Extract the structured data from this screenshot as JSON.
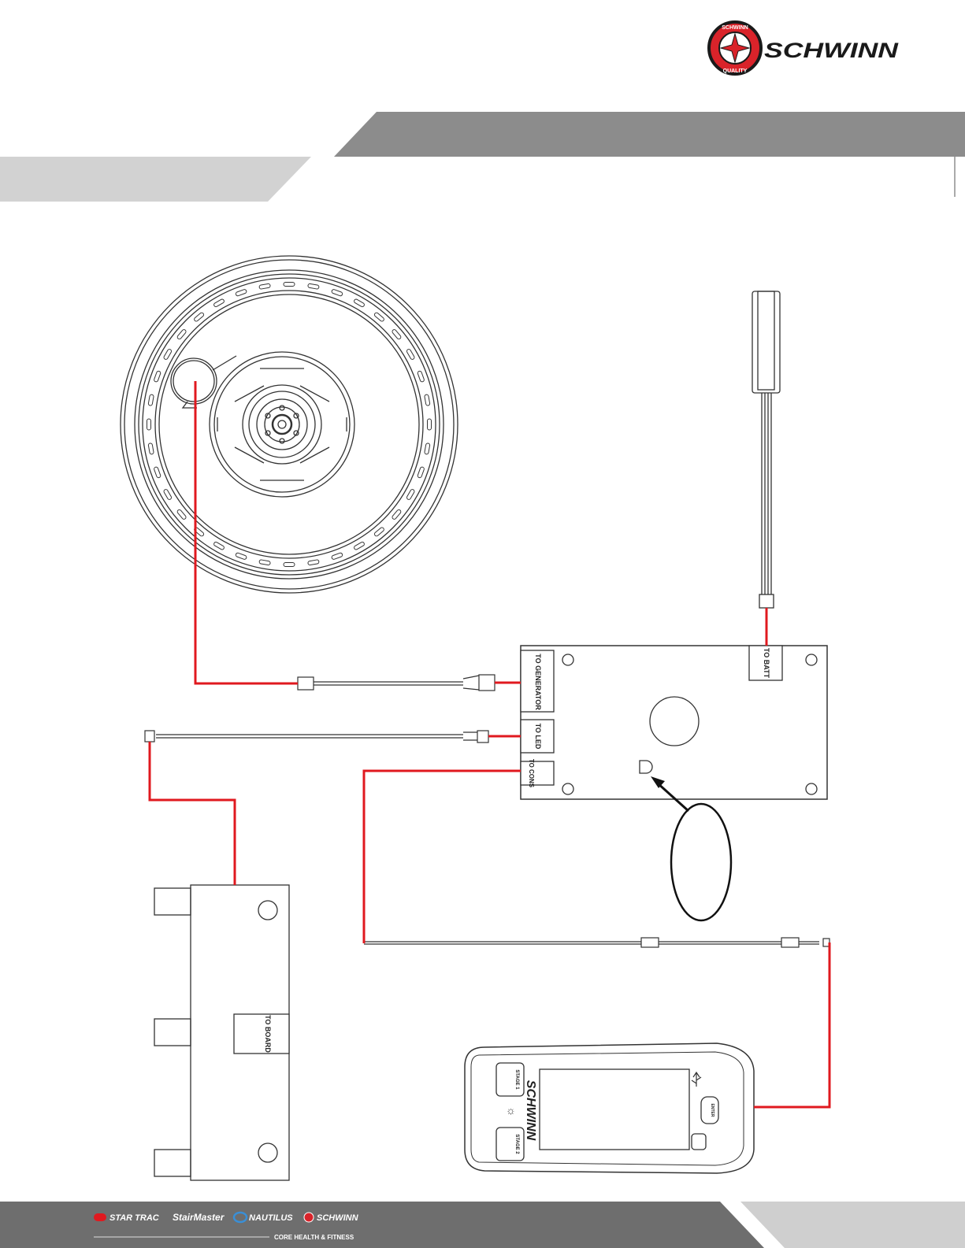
{
  "header": {
    "logo_wordmark": "SCHWINN",
    "logo_seal_top": "SCHWINN",
    "logo_seal_bottom": "QUALITY"
  },
  "board": {
    "connector_generator": "TO GENERATOR",
    "connector_led": "TO LED",
    "connector_console": "TO CONS",
    "connector_battery": "TO BATT"
  },
  "led_board": {
    "connector_board": "TO BOARD"
  },
  "console": {
    "brand": "SCHWINN",
    "button_top": "STAGE 1",
    "button_bottom": "STAGE 2",
    "button_enter": "ENTER"
  },
  "footer": {
    "brands": [
      "STAR TRAC",
      "StairMaster",
      "NAUTILUS",
      "SCHWINN"
    ],
    "tagline": "CORE HEALTH & FITNESS"
  },
  "colors": {
    "wire": "#e0191f",
    "banner": "#8c8c8c",
    "banner_light": "#d2d2d2",
    "footer_dark": "#6e6e6e",
    "footer_light": "#cfcfcf",
    "logo_red": "#d9232a"
  }
}
